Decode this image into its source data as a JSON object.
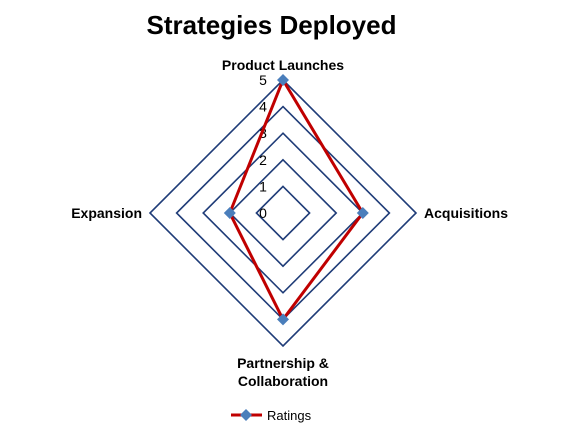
{
  "chart_data": {
    "type": "radar",
    "title": "Strategies Deployed",
    "categories": [
      "Product Launches",
      "Acquisitions",
      "Partnership & Collaboration",
      "Expansion"
    ],
    "series": [
      {
        "name": "Ratings",
        "values": [
          5,
          3,
          4,
          2
        ]
      }
    ],
    "rlim": [
      0,
      5
    ],
    "ticks": [
      "0",
      "1",
      "2",
      "3",
      "4",
      "5"
    ],
    "grid": true,
    "legend": "bottom",
    "colors": {
      "grid": "#1f3c78",
      "series": "#c00000",
      "marker": "#4a7ebb"
    }
  }
}
